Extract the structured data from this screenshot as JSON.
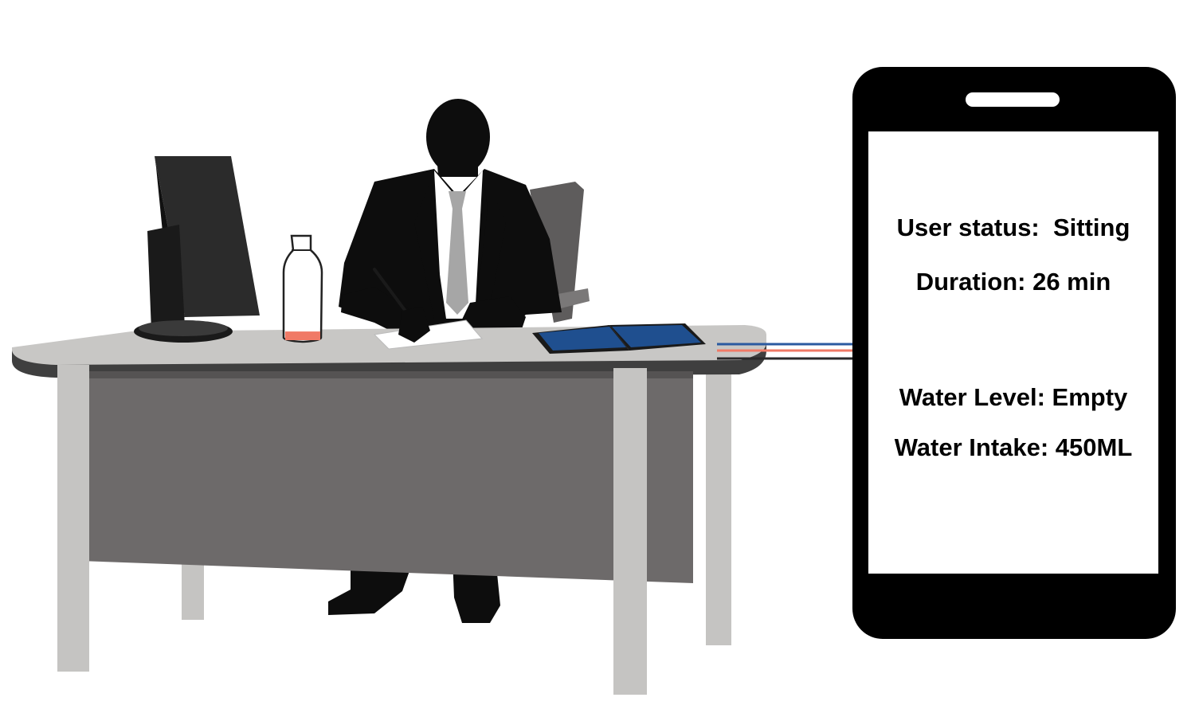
{
  "phone": {
    "user_status_line": "User status:  Sitting",
    "duration_line": "Duration: 26 min",
    "water_level_line": "Water Level: Empty",
    "water_intake_line": "Water Intake: 450ML"
  },
  "bottle": {
    "fill_level": 0.1
  },
  "colors": {
    "desk_top": "#c8c7c5",
    "desk_edge": "#3f3f3f",
    "desk_panel": "#6d6a6a",
    "desk_legs": "#c5c4c2",
    "silhouette": "#0d0d0d",
    "tie": "#a6a6a6",
    "notebook_blue": "#1f4f8f",
    "water_red": "#f07a66",
    "wire_blue": "#2b5aa0",
    "wire_red": "#f07a66",
    "wire_dark": "#2a2a2a",
    "phone_body": "#000000",
    "phone_screen": "#ffffff"
  }
}
